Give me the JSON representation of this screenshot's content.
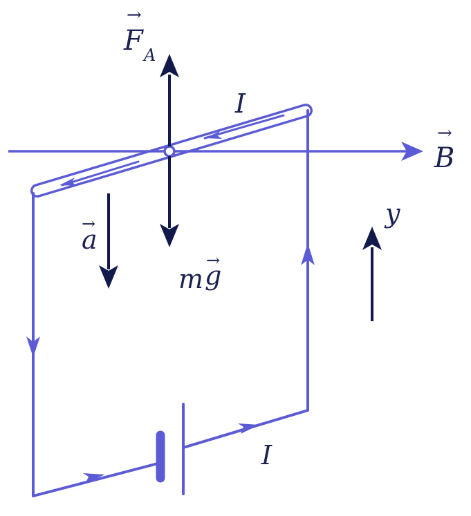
{
  "colors": {
    "circuit": "#5b5bd6",
    "vector": "#111a4a",
    "label": "#1b2150",
    "background": "#ffffff"
  },
  "labels": {
    "force_ampere": {
      "main": "F",
      "subscript": "A",
      "vector": true
    },
    "current_top": "I",
    "current_bottom": "I",
    "magnetic_field": {
      "main": "B",
      "vector": true
    },
    "acceleration": {
      "main": "a",
      "vector": true
    },
    "gravity": {
      "prefix": "m",
      "main": "g",
      "vector": true
    },
    "axis_y": "y"
  }
}
